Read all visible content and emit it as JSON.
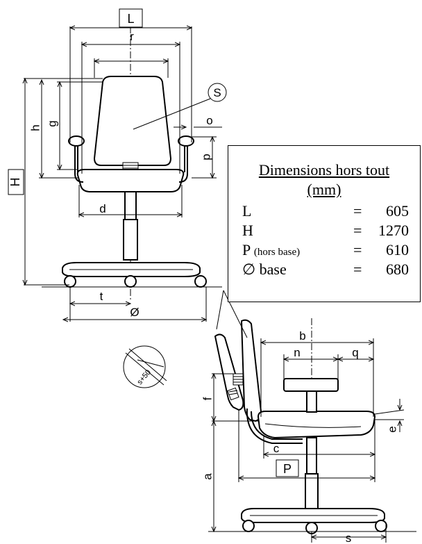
{
  "labels": {
    "L": "L",
    "r": "r",
    "S": "S",
    "h": "h",
    "g": "g",
    "o": "o",
    "H": "H",
    "p": "p",
    "d": "d",
    "t": "t",
    "diameter": "Ø",
    "b": "b",
    "n": "n",
    "q": "q",
    "f": "f",
    "e": "e",
    "c": "c",
    "a": "a",
    "P": "P",
    "s": "s",
    "detail": "s+50"
  },
  "dimensions": {
    "title": "Dimensions hors tout",
    "unit": "(mm)",
    "rows": [
      {
        "label": "L",
        "note": "",
        "eq": "=",
        "value": "605"
      },
      {
        "label": "H",
        "note": "",
        "eq": "=",
        "value": "1270"
      },
      {
        "label": "P ",
        "note": "(hors base)",
        "eq": "=",
        "value": "610"
      },
      {
        "label": "∅ base",
        "note": "",
        "eq": "=",
        "value": "680"
      }
    ]
  }
}
